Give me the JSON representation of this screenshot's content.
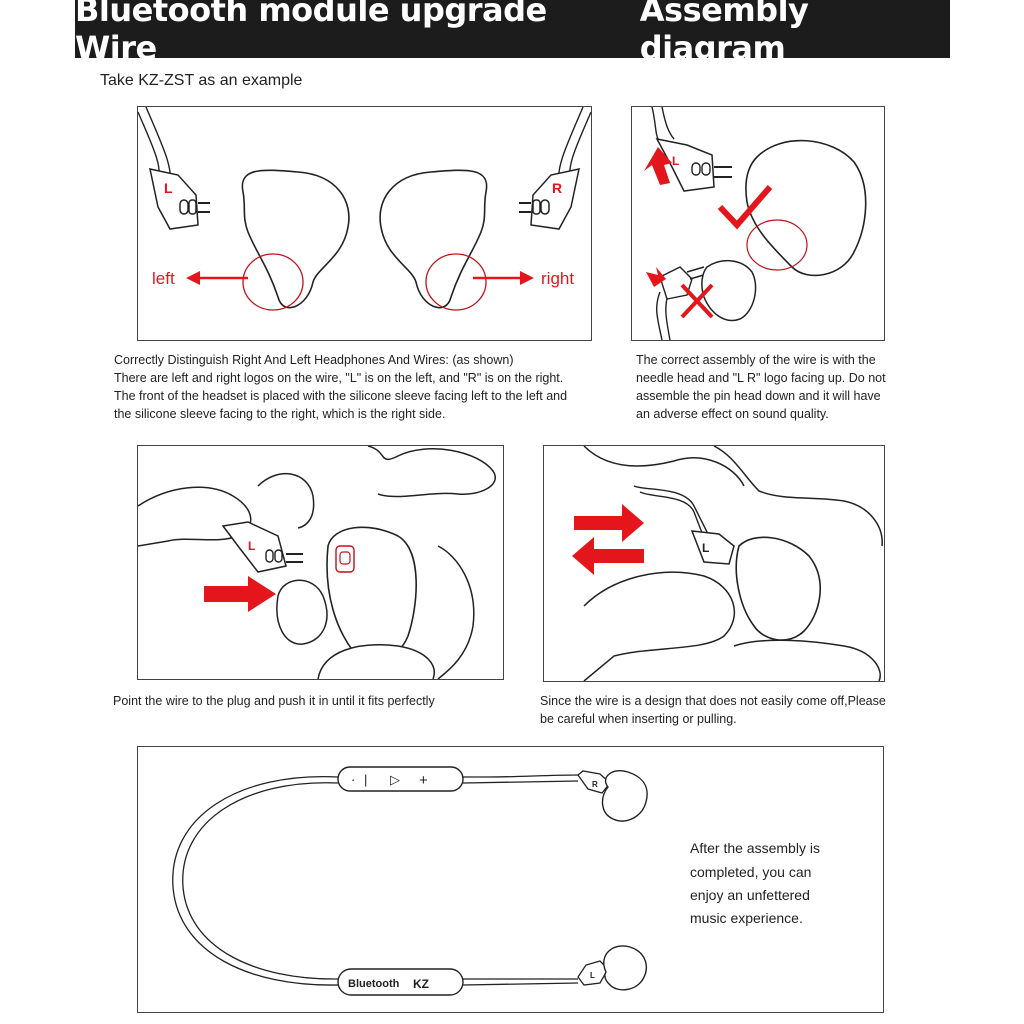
{
  "header": {
    "title_left": "Bluetooth module upgrade Wire",
    "title_right": "Assembly diagram"
  },
  "subtitle": "Take KZ-ZST as an example",
  "panels": {
    "left_right": {
      "left_label": "left",
      "right_label": "right",
      "l_mark": "L",
      "r_mark": "R"
    },
    "correct_assembly": {
      "l_mark": "L"
    },
    "push_in": {
      "l_mark": "L"
    },
    "careful": {
      "l_mark": "L"
    },
    "complete": {
      "remote_buttons": [
        "·",
        "|",
        "▷",
        "+"
      ],
      "logo_text": "KZ",
      "module_text": "Bluetooth",
      "r_mark": "R",
      "l_mark": "L"
    }
  },
  "captions": {
    "distinguish": [
      "Correctly Distinguish Right And Left Headphones And Wires: (as shown)",
      "There are left and right logos on the wire, \"L\" is on the left, and \"R\" is on the right.",
      "The front of the headset is placed with the silicone sleeve facing left to the left and",
      "the silicone sleeve facing to the right, which is the right side."
    ],
    "correct": [
      "The correct assembly of the wire is with the",
      "needle head and \"L R\" logo facing up. Do not",
      "assemble the pin head down and it will have",
      "an adverse effect on sound quality."
    ],
    "push": [
      "Point the wire to the plug and push it in until it fits perfectly"
    ],
    "careful": [
      "Since the wire is a design that does not easily come off,Please",
      "be careful when inserting or pulling."
    ],
    "complete": [
      "After the assembly is",
      "completed, you can",
      "enjoy an unfettered",
      "music experience."
    ]
  },
  "colors": {
    "accent": "#e4161b",
    "ring": "#c0121a",
    "banner": "#1c1c1c"
  }
}
